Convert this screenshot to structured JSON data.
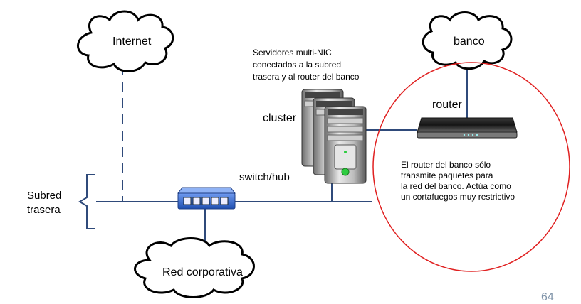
{
  "clouds": {
    "internet": "Internet",
    "banco": "banco",
    "red_corporativa": "Red corporativa"
  },
  "labels": {
    "servers_note_line1": "Servidores multi-NIC",
    "servers_note_line2": "conectados a la subred",
    "servers_note_line3": "trasera y al router del banco",
    "cluster": "cluster",
    "router": "router",
    "switch": "switch/hub",
    "subred_line1": "Subred",
    "subred_line2": "trasera",
    "router_note_line1": "El router del banco sólo",
    "router_note_line2": "transmite paquetes para",
    "router_note_line3": "la red del banco. Actúa como",
    "router_note_line4": "un cortafuegos muy restrictivo"
  },
  "page_number": "64",
  "colors": {
    "line": "#2f4a7a",
    "ellipse": "#e02020",
    "switch_body": "#3b6fd1"
  },
  "icons": [
    "cloud-icon",
    "server-icon",
    "router-icon",
    "switch-icon"
  ]
}
